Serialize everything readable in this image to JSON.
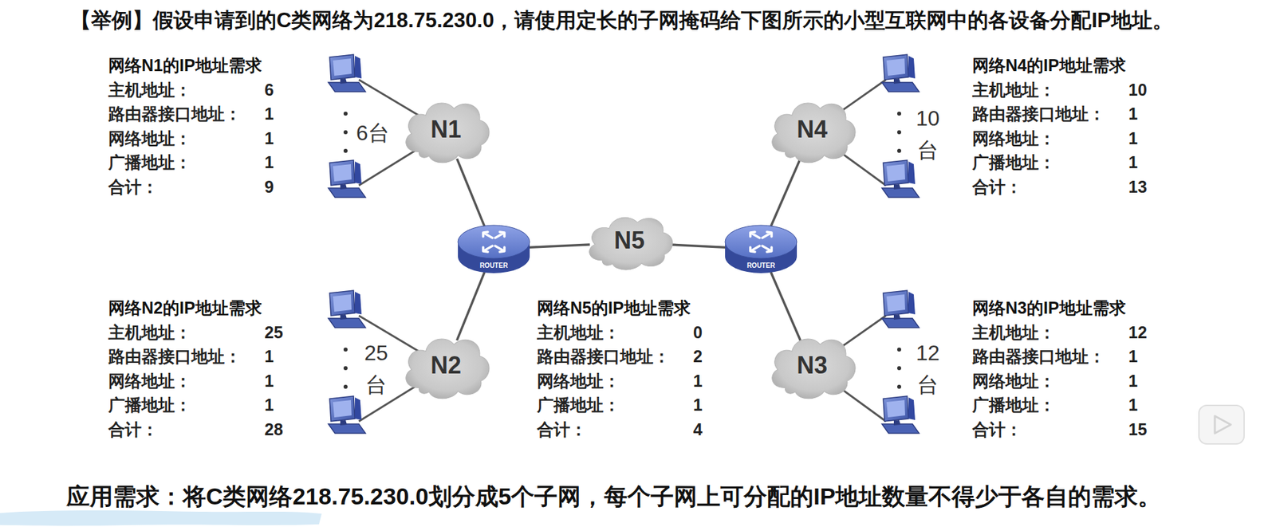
{
  "diagram": {
    "title": "【举例】假设申请到的C类网络为218.75.230.0，请使用定长的子网掩码给下图所示的小型互联网中的各设备分配IP地址。",
    "caption": "应用需求：将C类网络218.75.230.0划分成5个子网，每个子网上可分配的IP地址数量不得少于各自的需求。",
    "nodes": [
      {
        "text": [
          "N1"
        ]
      },
      {
        "text": [
          "N4"
        ]
      },
      {
        "text": [
          "ROUTER"
        ]
      },
      {
        "text": [
          "N5"
        ]
      },
      {
        "text": [
          "ROUTER"
        ]
      },
      {
        "text": [
          "N2"
        ]
      },
      {
        "text": [
          "N3"
        ]
      }
    ],
    "edges": [
      {
        "from": 0,
        "to": 2,
        "arrow": "none"
      },
      {
        "from": 5,
        "to": 2,
        "arrow": "none"
      },
      {
        "from": 2,
        "to": 3,
        "arrow": "none"
      },
      {
        "from": 3,
        "to": 4,
        "arrow": "none"
      },
      {
        "from": 4,
        "to": 1,
        "arrow": "none"
      },
      {
        "from": 4,
        "to": 6,
        "arrow": "none"
      }
    ],
    "labels": [
      "网络N1的IP地址需求",
      "主机地址：",
      "6",
      "路由器接口地址：",
      "1",
      "网络地址：",
      "1",
      "广播地址：",
      "1",
      "合计：",
      "9",
      "网络N4的IP地址需求",
      "主机地址：",
      "10",
      "路由器接口地址：",
      "1",
      "网络地址：",
      "1",
      "广播地址：",
      "1",
      "合计：",
      "13",
      "网络N2的IP地址需求",
      "主机地址：",
      "25",
      "路由器接口地址：",
      "1",
      "网络地址：",
      "1",
      "广播地址：",
      "1",
      "合计：",
      "28",
      "网络N5的IP地址需求",
      "主机地址：",
      "0",
      "路由器接口地址：",
      "2",
      "网络地址：",
      "1",
      "广播地址：",
      "1",
      "合计：",
      "4",
      "网络N3的IP地址需求",
      "主机地址：",
      "12",
      "路由器接口地址：",
      "1",
      "网络地址：",
      "1",
      "广播地址：",
      "1",
      "合计：",
      "15",
      "6台",
      "10 台",
      "25 台",
      "12 台"
    ]
  }
}
